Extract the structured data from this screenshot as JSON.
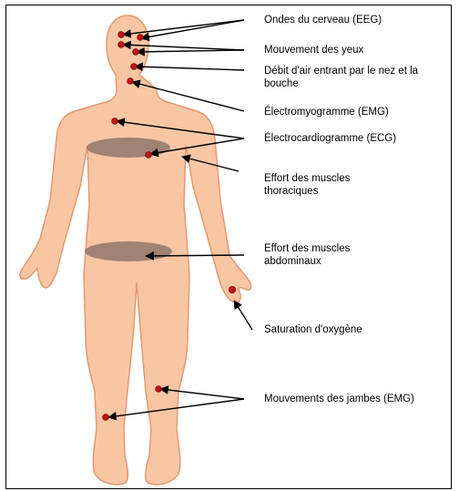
{
  "labels": {
    "eeg": "Ondes du cerveau (EEG)",
    "eyes": "Mouvement des yeux",
    "airflow": "Débit d'air entrant par le nez et la bouche",
    "emg": "Électromyogramme (EMG)",
    "ecg": "Électrocardiogramme (ECG)",
    "chest_effort": "Effort des muscles thoraciques",
    "abdominal_effort": "Effort des muscles abdominaux",
    "oxygen": "Saturation d'oxygène",
    "legs": "Mouvements des jambes (EMG)"
  },
  "colors": {
    "body_fill": "#f9c6a4",
    "body_stroke": "#e59870",
    "sensor": "#c41212",
    "belt": "#8a7266",
    "arrow": "#000000"
  }
}
